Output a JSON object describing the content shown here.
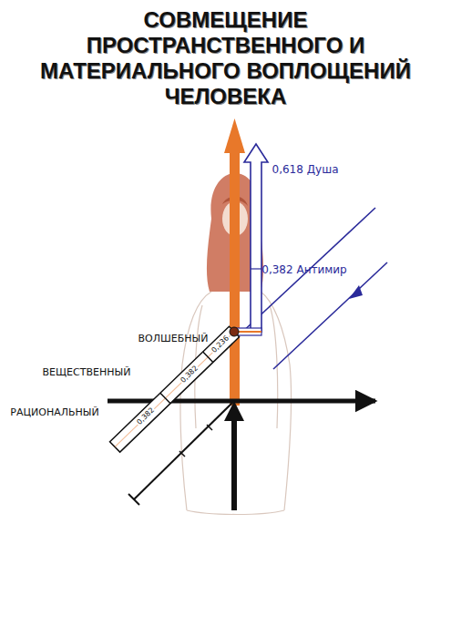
{
  "diagram": {
    "title": "СОВМЕЩЕНИЕ ПРОСТРАНСТВЕННОГО И МАТЕРИАЛЬНОГО ВОПЛОЩЕНИЙ ЧЕЛОВЕКА",
    "labels": [
      "0,618 Душа",
      "0,382 Антимир",
      "ВОЛШЕБНЫЙ",
      "ВЕЩЕСТВЕННЫЙ",
      "РАЦИОНАЛЬНЫЙ",
      "0,236",
      "0,382",
      "0,382"
    ]
  }
}
